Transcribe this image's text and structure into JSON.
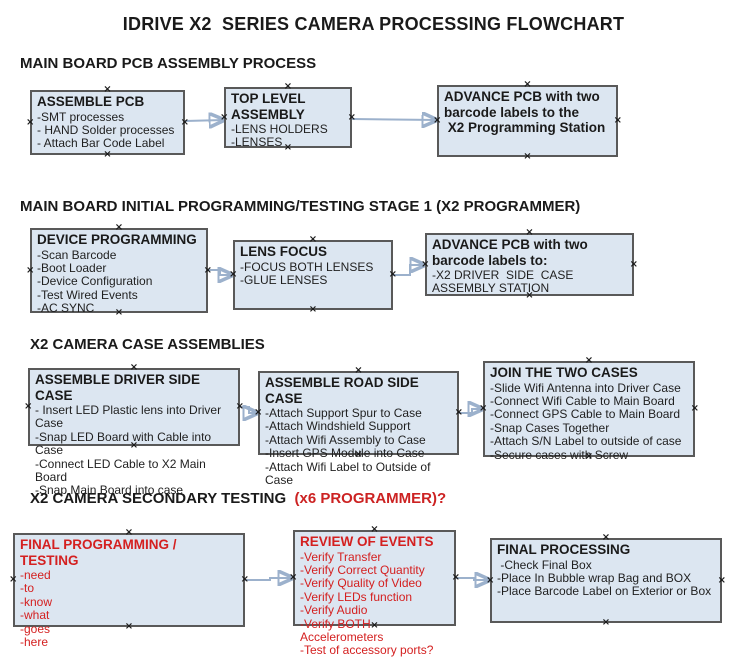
{
  "title": "IDRIVE X2  SERIES CAMERA PROCESSING FLOWCHART",
  "icons": {
    "connection_marker": "×"
  },
  "colors": {
    "box_fill": "#dce6f1",
    "box_border": "#595959",
    "connector_line": "#9cb1cc",
    "connector_arrowhead": "#3a5da8",
    "heading_red": "#cc2222",
    "box_red_text": "#d42020"
  },
  "sections": [
    {
      "heading": "MAIN BOARD PCB ASSEMBLY PROCESS",
      "boxes": [
        {
          "title": "ASSEMBLE PCB",
          "lines": [
            "-SMT processes",
            "- HAND Solder processes",
            "- Attach Bar Code Label"
          ]
        },
        {
          "title": "TOP LEVEL ASSEMBLY",
          "lines": [
            "-LENS HOLDERS",
            "-LENSES"
          ]
        },
        {
          "title": "ADVANCE PCB with two\nbarcode labels to the\n X2 Programming Station",
          "lines": []
        }
      ]
    },
    {
      "heading": "MAIN BOARD INITIAL PROGRAMMING/TESTING STAGE 1 (X2 PROGRAMMER)",
      "boxes": [
        {
          "title": "DEVICE PROGRAMMING",
          "lines": [
            "-Scan Barcode",
            "-Boot Loader",
            "-Device Configuration",
            "-Test Wired Events",
            "-AC SYNC"
          ]
        },
        {
          "title": "LENS FOCUS",
          "lines": [
            "-FOCUS BOTH LENSES",
            "-GLUE LENSES"
          ]
        },
        {
          "title": "ADVANCE PCB with two barcode labels to:",
          "lines": [
            "-X2 DRIVER  SIDE  CASE  ASSEMBLY STATION"
          ]
        }
      ]
    },
    {
      "heading": "X2 CAMERA CASE ASSEMBLIES",
      "boxes": [
        {
          "title": "ASSEMBLE DRIVER SIDE CASE",
          "lines": [
            "- Insert LED Plastic lens into Driver Case",
            "-Snap LED Board with Cable into Case",
            "-Connect LED Cable to X2 Main Board",
            "-Snap Main Board into case"
          ]
        },
        {
          "title": "ASSEMBLE ROAD SIDE CASE",
          "lines": [
            "-Attach Support Spur to Case",
            "-Attach Windshield Support",
            "-Attach Wifi Assembly to Case",
            "-Insert GPS Module into Case",
            "-Attach Wifi Label to Outside of Case"
          ]
        },
        {
          "title": "JOIN THE TWO CASES",
          "lines": [
            "-Slide Wifi Antenna into Driver Case",
            "-Connect Wifi Cable to Main Board",
            "-Connect GPS Cable to Main Board",
            "-Snap Cases Together",
            "-Attach S/N Label to outside of case",
            "-Secure cases with Screw"
          ]
        }
      ]
    },
    {
      "heading": "X2 CAMERA SECONDARY TESTING ",
      "heading_red": " (x6 PROGRAMMER)?",
      "boxes": [
        {
          "title": "FINAL PROGRAMMING / TESTING",
          "lines": [
            "-need",
            "-to",
            "-know",
            "-what",
            "-goes",
            "-here"
          ]
        },
        {
          "title": "REVIEW OF EVENTS",
          "lines": [
            "-Verify Transfer",
            "-Verify Correct Quantity",
            "-Verify Quality of Video",
            "-Verify LEDs function",
            "-Verify Audio",
            "-Verify BOTH Accelerometers",
            "-Test of accessory ports?"
          ]
        },
        {
          "title": "FINAL PROCESSING",
          "lines": [
            " -Check Final Box",
            "-Place In Bubble wrap Bag and BOX",
            "-Place Barcode Label on Exterior or Box"
          ]
        }
      ]
    }
  ]
}
